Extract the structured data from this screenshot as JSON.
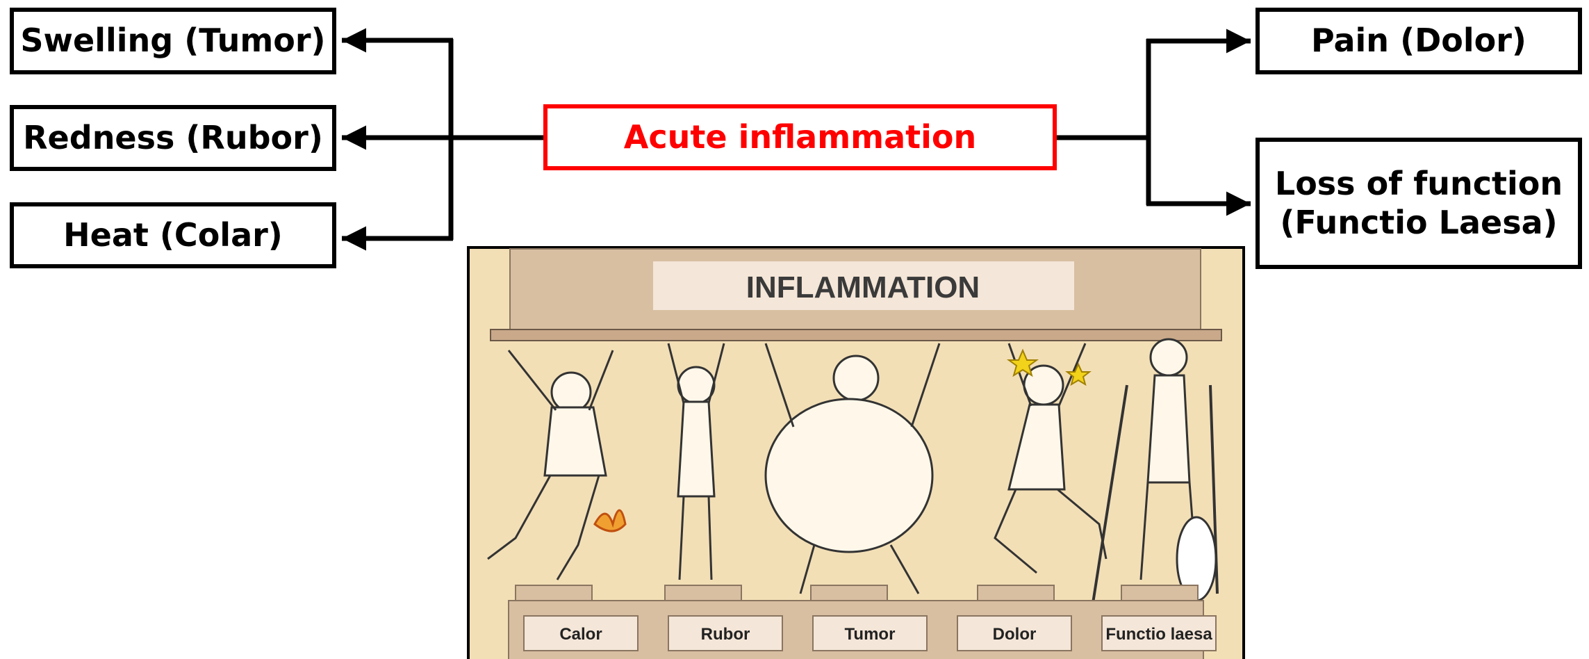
{
  "center": {
    "label": "Acute inflammation"
  },
  "left_signs": [
    {
      "label": "Swelling (Tumor)"
    },
    {
      "label": "Redness (Rubor)"
    },
    {
      "label": "Heat (Colar)"
    }
  ],
  "right_signs": [
    {
      "label": "Pain (Dolor)"
    },
    {
      "label": "Loss of function",
      "label2": "(Functio Laesa)"
    }
  ],
  "cartoon": {
    "banner": "INFLAMMATION",
    "pedestals": [
      "Calor",
      "Rubor",
      "Tumor",
      "Dolor",
      "Functio laesa"
    ]
  },
  "colors": {
    "center_border": "#ff0000",
    "center_text": "#ff0000",
    "lines": "#000000",
    "cartoon_background": "#f3dfb6",
    "cartoon_frame": "#d8bfa2"
  }
}
